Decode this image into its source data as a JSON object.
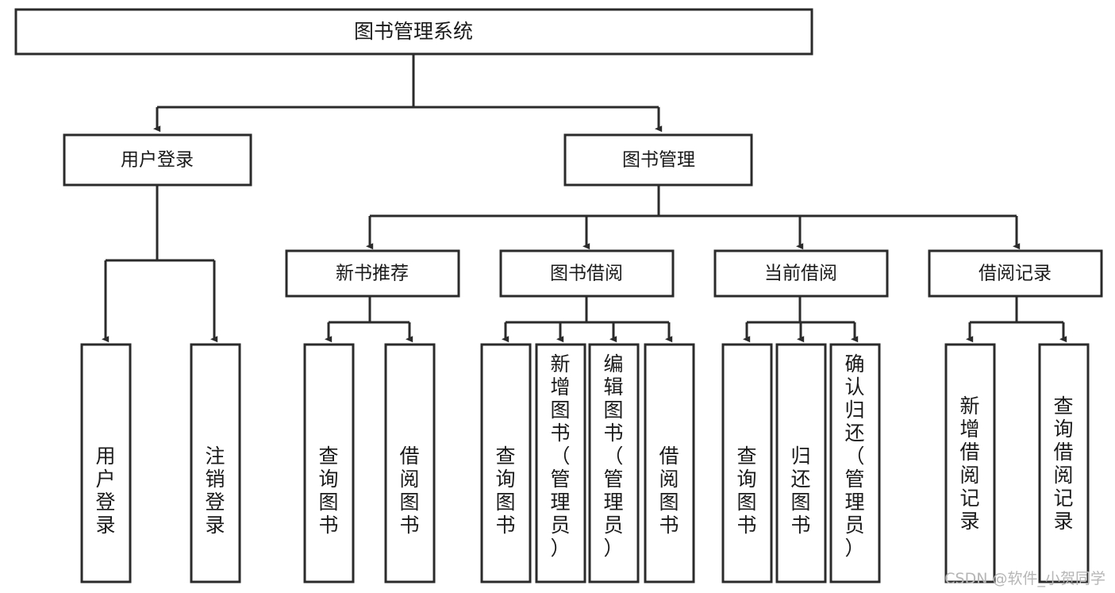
{
  "diagram": {
    "type": "tree-hierarchy-chart",
    "title": "图书管理系统",
    "watermark": "CSDN @软件_小贺同学",
    "colors": {
      "stroke": "#2b2b2b",
      "fill": "#ffffff",
      "text": "#1a1a1a",
      "watermark": "#b6b6b6"
    },
    "nodes": {
      "root": {
        "label": "图书管理系统"
      },
      "level2": [
        {
          "id": "user-login",
          "label": "用户登录"
        },
        {
          "id": "book-manage",
          "label": "图书管理"
        }
      ],
      "level3": [
        {
          "id": "new-book-recommend",
          "label": "新书推荐"
        },
        {
          "id": "book-borrow",
          "label": "图书借阅"
        },
        {
          "id": "current-borrow",
          "label": "当前借阅"
        },
        {
          "id": "borrow-record",
          "label": "借阅记录"
        }
      ],
      "leaves": {
        "user-login": [
          {
            "id": "leaf-user-login",
            "label": "用户登录"
          },
          {
            "id": "leaf-user-logout",
            "label": "注销登录"
          }
        ],
        "new-book-recommend": [
          {
            "id": "leaf-query-book-1",
            "label": "查询图书"
          },
          {
            "id": "leaf-borrow-book-1",
            "label": "借阅图书"
          }
        ],
        "book-borrow": [
          {
            "id": "leaf-query-book-2",
            "label": "查询图书"
          },
          {
            "id": "leaf-add-book",
            "label": "新增图书（管理员）"
          },
          {
            "id": "leaf-edit-book",
            "label": "编辑图书（管理员）"
          },
          {
            "id": "leaf-borrow-book-2",
            "label": "借阅图书"
          }
        ],
        "current-borrow": [
          {
            "id": "leaf-query-book-3",
            "label": "查询图书"
          },
          {
            "id": "leaf-return-book",
            "label": "归还图书"
          },
          {
            "id": "leaf-confirm-return",
            "label": "确认归还（管理员）"
          }
        ],
        "borrow-record": [
          {
            "id": "leaf-add-record",
            "label": "新增借阅记录"
          },
          {
            "id": "leaf-query-record",
            "label": "查询借阅记录"
          }
        ]
      }
    }
  }
}
